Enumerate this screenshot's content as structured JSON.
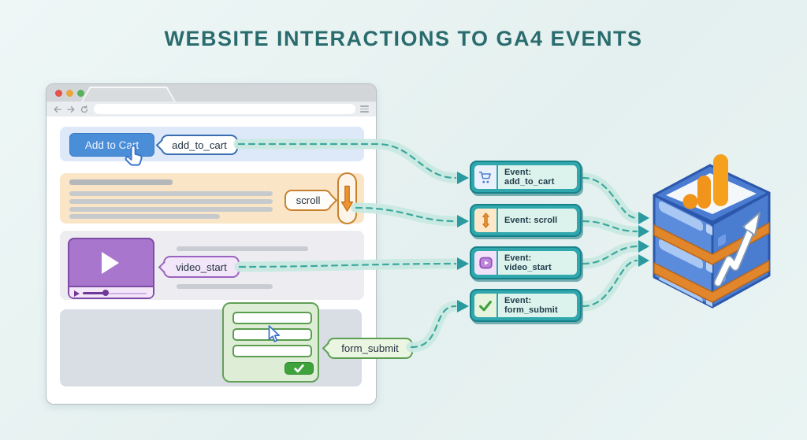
{
  "title": "WEBSITE INTERACTIONS TO GA4 EVENTS",
  "browser": {
    "sections": {
      "add_to_cart": {
        "button_label": "Add to Cart",
        "bubble_label": "add_to_cart"
      },
      "scroll": {
        "bubble_label": "scroll"
      },
      "video": {
        "bubble_label": "video_start"
      },
      "form": {
        "bubble_label": "form_submit"
      }
    }
  },
  "events": [
    {
      "label": "Event: add_to_cart",
      "icon": "cart-icon"
    },
    {
      "label": "Event: scroll",
      "icon": "scroll-arrows-icon"
    },
    {
      "label": "Event: video_start",
      "icon": "video-play-icon"
    },
    {
      "label": "Event: form_submit",
      "icon": "checkmark-icon"
    }
  ],
  "colors": {
    "background": "#e7f2f1",
    "title_text": "#2a6c6e",
    "teal_accent": "#2fa7ad",
    "flow_band": "#c9e9e2",
    "flow_dash": "#3da89d",
    "button_blue": "#4b8ed8",
    "orange_accent": "#f0932e",
    "purple_accent": "#a877cd",
    "green_accent": "#3fa33c",
    "ga4_logo_orange": "#f5a11d",
    "ga4_stack_blue": "#4a7dd2"
  }
}
